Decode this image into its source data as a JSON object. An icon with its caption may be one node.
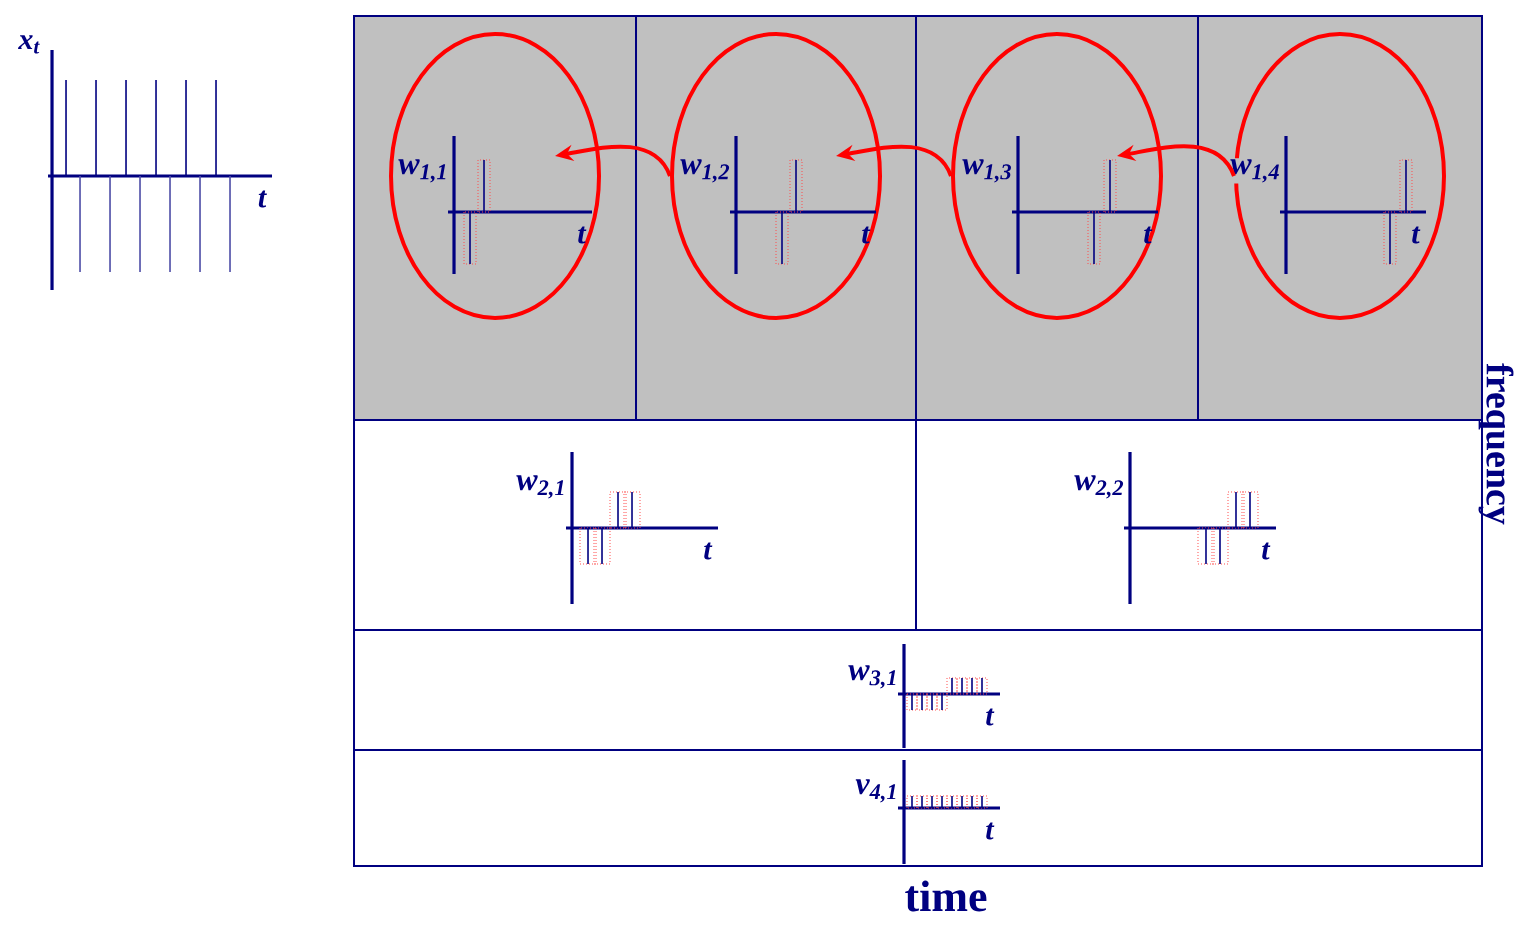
{
  "diagram": {
    "nodes": [
      {
        "text": [],
        "shape": "box"
      },
      {
        "text": [
          "w$_{1,1}$",
          "t"
        ],
        "in": 0
      },
      {
        "text": [],
        "shape": "box"
      },
      {
        "text": [
          "w$_{1,2}$",
          "t"
        ],
        "in": 2
      },
      {
        "text": [],
        "shape": "box"
      },
      {
        "text": [
          "w$_{1,3}$",
          "t"
        ],
        "in": 4
      },
      {
        "text": [],
        "shape": "box"
      },
      {
        "text": [
          "w$_{1,4}$",
          "t"
        ],
        "in": 6
      },
      {
        "text": [
          "w$_{2,1}$",
          "t"
        ]
      },
      {
        "text": [
          "w$_{2,2}$",
          "t"
        ]
      },
      {
        "text": [
          "w$_{3,1}$",
          "t"
        ]
      },
      {
        "text": [
          "v$_{4,1}$",
          "t"
        ]
      }
    ],
    "edges": [
      {
        "from": 7,
        "to": 5,
        "arrow": "to"
      },
      {
        "from": 5,
        "to": 3,
        "arrow": "to"
      },
      {
        "from": 3,
        "to": 1,
        "arrow": "to"
      }
    ],
    "labels": [
      "x$_{t}$",
      "t",
      "frequency",
      "time"
    ]
  }
}
